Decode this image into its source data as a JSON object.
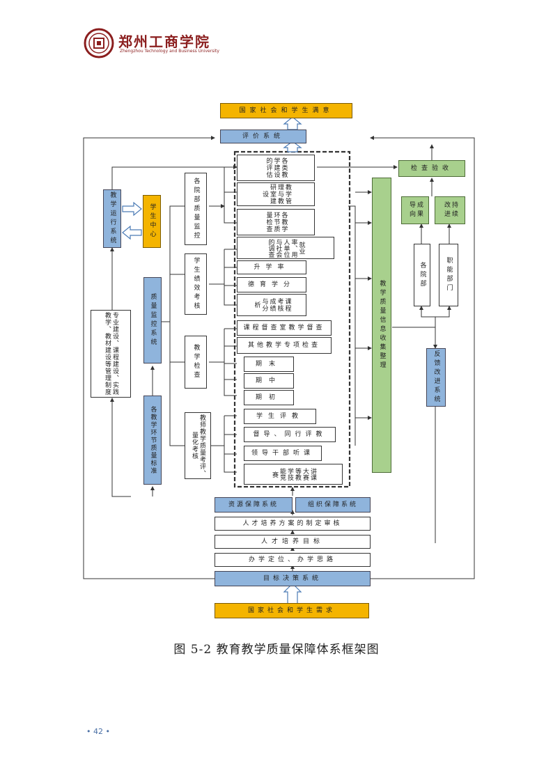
{
  "header": {
    "logo_name": "郑州工商学院",
    "logo_sub": "Zhengzhou Technology and Business University"
  },
  "diagram": {
    "top_goal": "国家社会和学生满意",
    "eval_system": "评价系统",
    "bottom_need": "国家社会和学生需求",
    "target_system": "目标决策系统",
    "school_positioning": "办学定位、办学思路",
    "talent_goal": "人才培养目标",
    "talent_plan": "人才培养方案的制定审核",
    "resource_system": "资源保障系统",
    "org_system": "组织保障系统",
    "teaching_run": "教学运行系统",
    "student_center": "学生中心",
    "construction": "专业建设、课程建设、实践教学、教材建设等管理制度",
    "quality_monitor": "质量监控系统",
    "standards": "各教学环节质量标准",
    "college_monitor": "各院部质量监控",
    "student_performance": "学生绩效考核",
    "teaching_inspection": "教学检查",
    "teacher_assess": "教师教学质量考评、量化考核",
    "items": [
      "各类教学建设的评估",
      "教学管理与教研室建设",
      "各教学环节质量检查",
      "就业率、用人单位与社会的调查",
      "升学率",
      "德育学分",
      "课程考核成绩与分析",
      "课程督查室教学督查",
      "其他教学专项检查",
      "期末",
      "期中",
      "期初",
      "学生评教",
      "督导、同行评教",
      "领导干部听课",
      "讲课大赛等教学技能竞赛"
    ],
    "info_collect": "教学质量信息收集整理",
    "feedback": "反馈改进系统",
    "check_accept": "检查验收",
    "result_oriented": "成果导向",
    "continuous_improve": "持续改进",
    "colleges": "各院部",
    "departments": "职能部门"
  },
  "caption": "图 5-2 教育教学质量保障体系框架图",
  "page_number": "• 42 •"
}
